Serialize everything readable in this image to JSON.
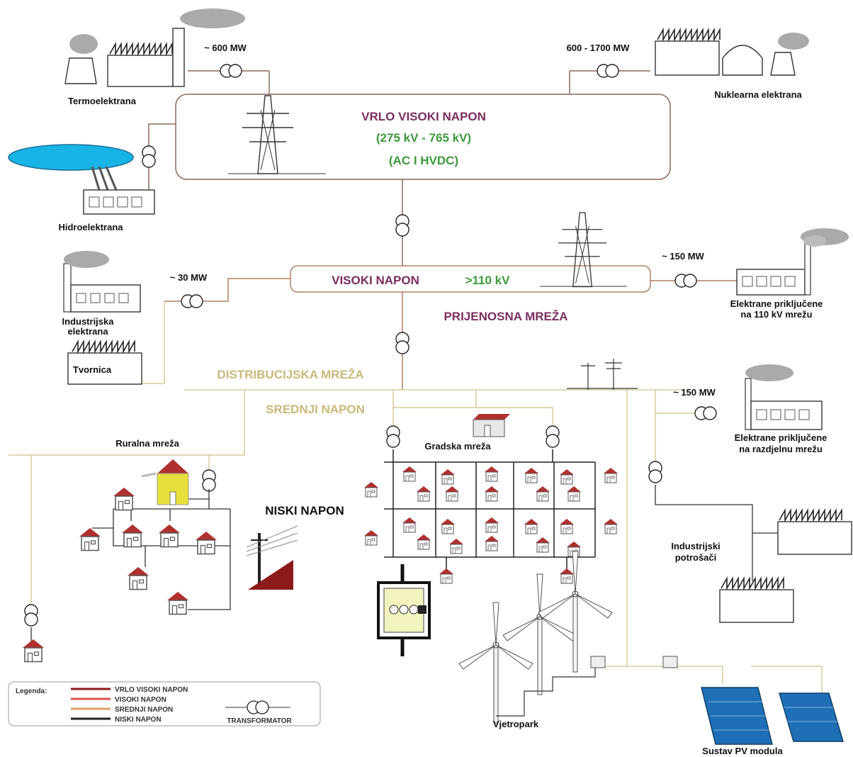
{
  "labels": {
    "thermo_plant": "Termoelektrana",
    "thermo_power": "~ 600 MW",
    "nuclear_plant": "Nuklearna elektrana",
    "nuclear_power": "600 - 1700 MW",
    "hydro_plant": "Hidroelektrana",
    "evhv_title": "VRLO VISOKI NAPON",
    "evhv_range": "(275 kV - 765 kV)",
    "evhv_type": "(AC I HVDC)",
    "hv_title": "VISOKI NAPON",
    "hv_range": ">110 kV",
    "transmission": "PRIJENOSNA MREŽA",
    "distribution": "DISTRIBUCIJSKA MREŽA",
    "medium_voltage": "SREDNJI NAPON",
    "low_voltage": "NISKI NAPON",
    "industrial_plant_power": "~ 30 MW",
    "industrial_plant_l1": "Industrijska",
    "industrial_plant_l2": "elektrana",
    "factory": "Tvornica",
    "plants_110_power": "~ 150 MW",
    "plants_110_l1": "Elektrane priključene",
    "plants_110_l2": "na 110 kV mrežu",
    "plants_dist_power": "~ 150 MW",
    "plants_dist_l1": "Elektrane priključene",
    "plants_dist_l2": "na razdjelnu mrežu",
    "rural_network": "Ruralna mreža",
    "urban_network": "Gradska mreža",
    "industrial_consumers_l1": "Industrijski",
    "industrial_consumers_l2": "potrošači",
    "wind_park": "Vjetropark",
    "pv_system": "Sustav PV modula"
  },
  "legend": {
    "title": "Legenda:",
    "items": [
      {
        "label": "VRLO VISOKI NAPON",
        "color": "#8b1a1a"
      },
      {
        "label": "VISOKI NAPON",
        "color": "#d9534f"
      },
      {
        "label": "SREDNJI NAPON",
        "color": "#e0a060"
      },
      {
        "label": "NISKI NAPON",
        "color": "#222222"
      }
    ],
    "transformer": "TRANSFORMATOR"
  },
  "colors": {
    "ev_line": "#8b6a5a",
    "hv_line": "#b08060",
    "mv_line": "#d8cc9a",
    "lv_line": "#333333",
    "lake": "#18b4e6",
    "house_roof": "#b03030",
    "panel": "#1e6fb5"
  }
}
